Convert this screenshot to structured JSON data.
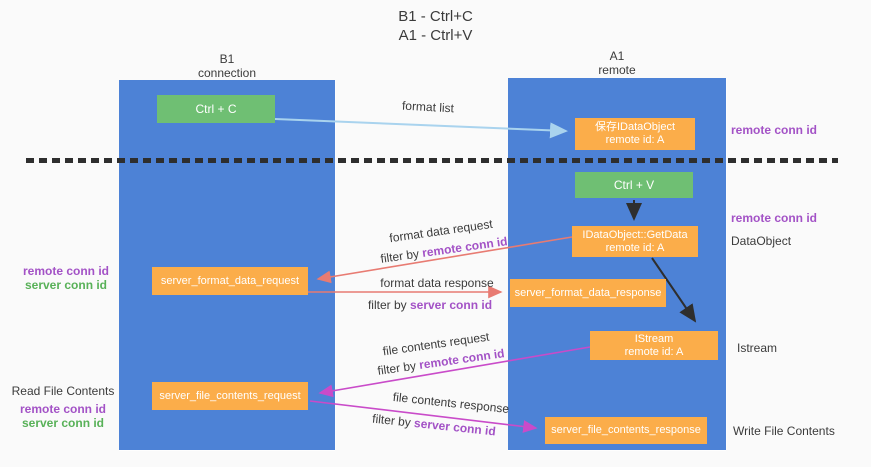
{
  "title": {
    "line1": "B1 - Ctrl+C",
    "line2": "A1 - Ctrl+V"
  },
  "columns": {
    "left": {
      "name": "B1",
      "subtitle": "connection"
    },
    "right": {
      "name": "A1",
      "subtitle": "remote"
    }
  },
  "nodes": {
    "ctrl_c": {
      "label": "Ctrl + C"
    },
    "save_dataobject": {
      "line1": "保存IDataObject",
      "line2": "remote id: A"
    },
    "ctrl_v": {
      "label": "Ctrl + V"
    },
    "getdata": {
      "line1": "IDataObject::GetData",
      "line2": "remote id: A"
    },
    "istream": {
      "line1": "IStream",
      "line2": "remote id: A"
    },
    "server_format_data_request": {
      "label": "server_format_data_request"
    },
    "server_format_data_response": {
      "label": "server_format_data_response"
    },
    "server_file_contents_request": {
      "label": "server_file_contents_request"
    },
    "server_file_contents_response": {
      "label": "server_file_contents_response"
    }
  },
  "edge_labels": {
    "format_list": "format list",
    "format_data_request": "format data request",
    "format_data_response": "format data response",
    "file_contents_request": "file contents request",
    "file_contents_response": "file contents response",
    "filter_by": "filter by ",
    "remote_conn_id": "remote conn id",
    "server_conn_id": "server conn id"
  },
  "annotations": {
    "remote_conn_id": "remote conn id",
    "server_conn_id": "server conn id",
    "dataobject": "DataObject",
    "istream": "Istream",
    "read_file_contents": "Read File Contents",
    "write_file_contents": "Write File Contents"
  },
  "colors": {
    "column_blue": "#4d82d6",
    "box_green": "#6fbf73",
    "box_orange": "#fbad4a",
    "arrow_lightblue": "#a9d3ee",
    "arrow_red": "#e87b72",
    "arrow_magenta": "#c94bc9",
    "text_purple": "#a352c6",
    "text_green": "#58b158"
  }
}
